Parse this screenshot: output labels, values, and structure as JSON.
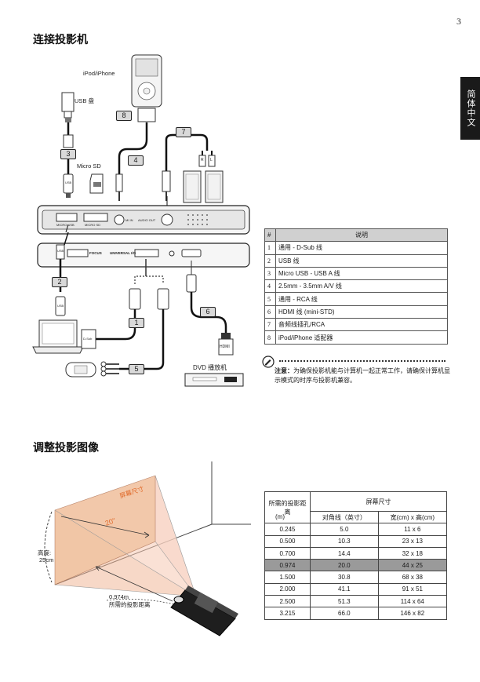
{
  "page_number": "3",
  "side_tab": "简体中文",
  "connect": {
    "heading": "连接投影机",
    "labels": {
      "ipod": "iPod/iPhone",
      "usb_disk": "USB 盘",
      "micro_sd": "Micro SD",
      "dvd": "DVD 播放机",
      "hdmi_plug": "HDMI",
      "r": "R",
      "l": "L",
      "usb_plug": "USB",
      "usb_plug2": "USB",
      "usb_plug3": "USB",
      "dsub": "D-Sub",
      "port_micro_usb": "MICRO USB",
      "port_micro_sd": "MICRO SD",
      "port_mic_in": "MI IN",
      "port_audio_out": "AUDIO OUT",
      "port_focus": "FOCUS",
      "port_universal": "UNIVERSAL I/O"
    },
    "badges": [
      "1",
      "2",
      "3",
      "4",
      "5",
      "6",
      "7",
      "8"
    ],
    "table": {
      "headers": [
        "#",
        "说明"
      ],
      "rows": [
        [
          "1",
          "通用 - D-Sub 线"
        ],
        [
          "2",
          "USB 线"
        ],
        [
          "3",
          "Micro USB - USB A 线"
        ],
        [
          "4",
          "2.5mm - 3.5mm A/V 线"
        ],
        [
          "5",
          "通用 - RCA 线"
        ],
        [
          "6",
          "HDMI 线 (mini-STD)"
        ],
        [
          "7",
          "音频线插孔/RCA"
        ],
        [
          "8",
          "iPod/iPhone 适配器"
        ]
      ]
    },
    "note": {
      "label": "注意：",
      "text": "为确保投影机能与计算机一起正常工作，请确保计算机显示模式的时序与投影机兼容。"
    }
  },
  "adjust": {
    "heading": "调整投影图像",
    "labels": {
      "screen_size": "屏幕尺寸",
      "diag": "20\"",
      "height": "高度:",
      "height_val": "25cm",
      "distance": "0.974m",
      "distance_desc": "所需的投影距离"
    },
    "table": {
      "h_distance": "所需的投影距离",
      "h_unit": "(m)",
      "h_screen": "屏幕尺寸",
      "h_diag": "对角线（英寸）",
      "h_wh": "宽(cm) x 高(cm)",
      "highlight_row": 3,
      "rows": [
        [
          "0.245",
          "5.0",
          "11 x 6"
        ],
        [
          "0.500",
          "10.3",
          "23 x 13"
        ],
        [
          "0.700",
          "14.4",
          "32 x 18"
        ],
        [
          "0.974",
          "20.0",
          "44 x 25"
        ],
        [
          "1.500",
          "30.8",
          "68 x 38"
        ],
        [
          "2.000",
          "41.1",
          "91 x 51"
        ],
        [
          "2.500",
          "51.3",
          "114 x 64"
        ],
        [
          "3.215",
          "66.0",
          "146 x 82"
        ]
      ]
    }
  }
}
